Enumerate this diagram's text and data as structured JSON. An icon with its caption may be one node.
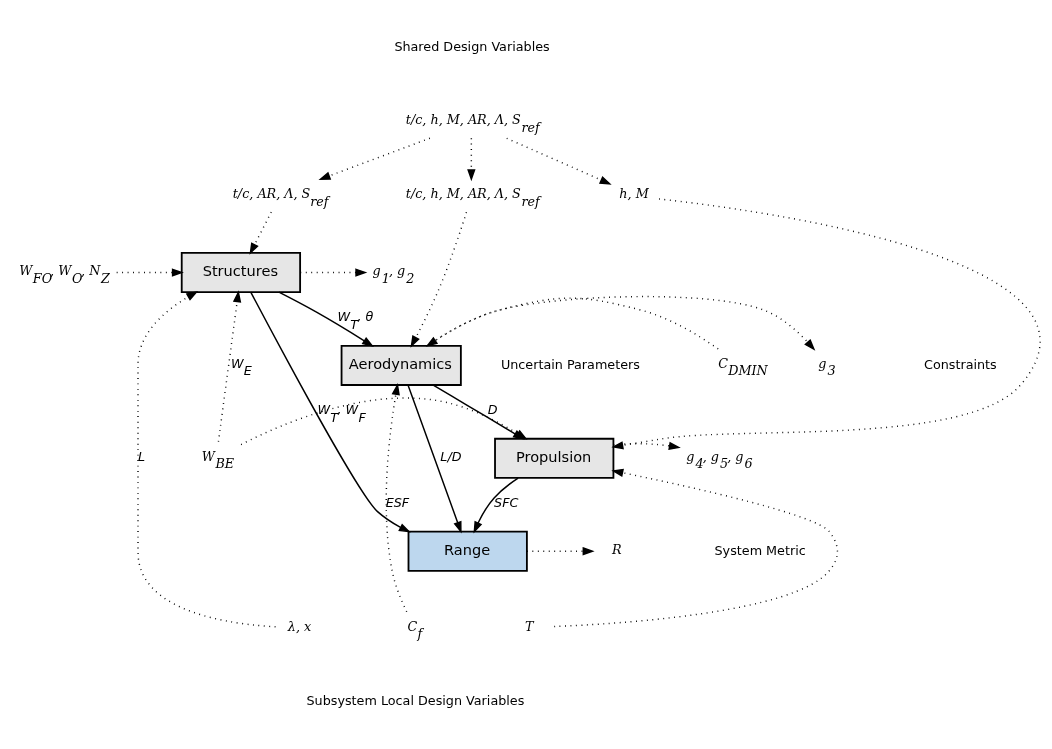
{
  "diagram": {
    "nodes": [
      {
        "text": [
          "Structures"
        ]
      },
      {
        "text": [
          "Aerodynamics"
        ]
      },
      {
        "text": [
          "Propulsion"
        ]
      },
      {
        "text": [
          "Range"
        ]
      },
      {
        "text": [
          "t/c, h, M, AR, Λ, S$_{ref}$"
        ]
      },
      {
        "text": [
          "t/c, AR, Λ, S$_{ref}$"
        ]
      },
      {
        "text": [
          "t/c, h, M, AR, Λ, S$_{ref}$"
        ]
      },
      {
        "text": [
          "h, M"
        ]
      },
      {
        "text": [
          "W$_{FO}$, W$_{O}$, N$_{Z}$"
        ]
      },
      {
        "text": [
          "C$_{DMIN}$"
        ]
      },
      {
        "text": [
          "W$_{BE}$"
        ]
      },
      {
        "text": [
          "λ, x"
        ]
      },
      {
        "text": [
          "C$_{f}$"
        ]
      },
      {
        "text": [
          "T"
        ]
      },
      {
        "text": [
          "g$_{1}$, g$_{2}$"
        ]
      },
      {
        "text": [
          "g$_{3}$"
        ]
      },
      {
        "text": [
          "g$_{4}$, g$_{5}$, g$_{6}$"
        ]
      },
      {
        "text": [
          "R"
        ]
      }
    ],
    "edges": [
      {
        "from": 4,
        "to": 5,
        "arrow": "to",
        "style": "dashed"
      },
      {
        "from": 4,
        "to": 6,
        "arrow": "to",
        "style": "dashed"
      },
      {
        "from": 4,
        "to": 7,
        "arrow": "to",
        "style": "dashed"
      },
      {
        "from": 5,
        "to": 0,
        "arrow": "to",
        "style": "dashed"
      },
      {
        "from": 6,
        "to": 1,
        "arrow": "to",
        "style": "dashed"
      },
      {
        "from": 7,
        "to": 2,
        "arrow": "to",
        "style": "dashed"
      },
      {
        "from": 8,
        "to": 0,
        "arrow": "to",
        "style": "dashed"
      },
      {
        "from": 9,
        "to": 1,
        "arrow": "to",
        "style": "dashed"
      },
      {
        "from": 10,
        "to": 2,
        "arrow": "to",
        "style": "dashed"
      },
      {
        "from": 10,
        "to": 0,
        "label": "W$_{E}$",
        "arrow": "to",
        "style": "dashed"
      },
      {
        "from": 11,
        "to": 0,
        "label": "L",
        "arrow": "to",
        "style": "dashed"
      },
      {
        "from": 12,
        "to": 1,
        "label": "ESF",
        "arrow": "to",
        "style": "dashed"
      },
      {
        "from": 13,
        "to": 2,
        "arrow": "to",
        "style": "dashed"
      },
      {
        "from": 0,
        "to": 1,
        "label": "W$_{T}$, θ",
        "arrow": "to"
      },
      {
        "from": 0,
        "to": 3,
        "label": "W$_{T}$, W$_{F}$",
        "arrow": "to"
      },
      {
        "from": 1,
        "to": 2,
        "label": "D",
        "arrow": "to"
      },
      {
        "from": 1,
        "to": 3,
        "label": "L/D",
        "arrow": "to"
      },
      {
        "from": 2,
        "to": 3,
        "label": "SFC",
        "arrow": "to"
      },
      {
        "from": 0,
        "to": 14,
        "arrow": "to",
        "style": "dashed"
      },
      {
        "from": 1,
        "to": 15,
        "arrow": "to",
        "style": "dashed"
      },
      {
        "from": 2,
        "to": 16,
        "arrow": "to",
        "style": "dashed"
      },
      {
        "from": 3,
        "to": 17,
        "arrow": "to",
        "style": "dashed"
      }
    ],
    "labels": [
      "Shared Design Variables",
      "Uncertain Parameters",
      "Constraints",
      "System Metric",
      "Subsystem Local Design Variables"
    ]
  }
}
